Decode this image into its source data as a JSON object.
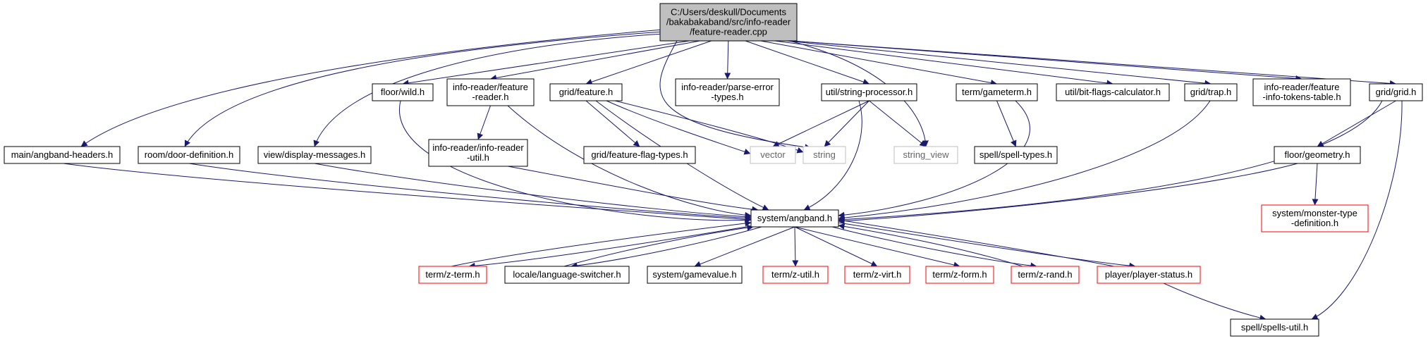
{
  "colors": {
    "edge": "#191970",
    "root_fill": "#bfbfbf",
    "normal_border": "#000000",
    "truncated_border": "#ff0000",
    "external_border": "#bfbfbf"
  },
  "nodes": [
    {
      "id": "root",
      "lines": [
        "C:/Users/deskull/Documents",
        "/bakabakaband/src/info-reader",
        "/feature-reader.cpp"
      ],
      "style": "root"
    },
    {
      "id": "main-angband-headers",
      "lines": [
        "main/angband-headers.h"
      ],
      "style": "normal"
    },
    {
      "id": "room-door-definition",
      "lines": [
        "room/door-definition.h"
      ],
      "style": "normal"
    },
    {
      "id": "view-display-messages",
      "lines": [
        "view/display-messages.h"
      ],
      "style": "normal"
    },
    {
      "id": "floor-wild",
      "lines": [
        "floor/wild.h"
      ],
      "style": "normal"
    },
    {
      "id": "info-reader-feature-reader",
      "lines": [
        "info-reader/feature",
        "-reader.h"
      ],
      "style": "normal"
    },
    {
      "id": "grid-feature",
      "lines": [
        "grid/feature.h"
      ],
      "style": "normal"
    },
    {
      "id": "info-reader-parse-error-types",
      "lines": [
        "info-reader/parse-error",
        "-types.h"
      ],
      "style": "normal"
    },
    {
      "id": "util-string-processor",
      "lines": [
        "util/string-processor.h"
      ],
      "style": "normal"
    },
    {
      "id": "term-gameterm",
      "lines": [
        "term/gameterm.h"
      ],
      "style": "normal"
    },
    {
      "id": "util-bit-flags-calculator",
      "lines": [
        "util/bit-flags-calculator.h"
      ],
      "style": "normal"
    },
    {
      "id": "grid-trap",
      "lines": [
        "grid/trap.h"
      ],
      "style": "normal"
    },
    {
      "id": "info-reader-feature-info-tokens-table",
      "lines": [
        "info-reader/feature",
        "-info-tokens-table.h"
      ],
      "style": "normal"
    },
    {
      "id": "grid-grid",
      "lines": [
        "grid/grid.h"
      ],
      "style": "normal"
    },
    {
      "id": "info-reader-info-reader-util",
      "lines": [
        "info-reader/info-reader",
        "-util.h"
      ],
      "style": "normal"
    },
    {
      "id": "grid-feature-flag-types",
      "lines": [
        "grid/feature-flag-types.h"
      ],
      "style": "normal"
    },
    {
      "id": "vector",
      "lines": [
        "vector"
      ],
      "style": "external"
    },
    {
      "id": "string",
      "lines": [
        "string"
      ],
      "style": "external"
    },
    {
      "id": "string_view",
      "lines": [
        "string_view"
      ],
      "style": "external"
    },
    {
      "id": "spell-spell-types",
      "lines": [
        "spell/spell-types.h"
      ],
      "style": "normal"
    },
    {
      "id": "floor-geometry",
      "lines": [
        "floor/geometry.h"
      ],
      "style": "normal"
    },
    {
      "id": "system-angband",
      "lines": [
        "system/angband.h"
      ],
      "style": "normal"
    },
    {
      "id": "system-monster-type-definition",
      "lines": [
        "system/monster-type",
        "-definition.h"
      ],
      "style": "truncated"
    },
    {
      "id": "term-z-term",
      "lines": [
        "term/z-term.h"
      ],
      "style": "truncated"
    },
    {
      "id": "locale-language-switcher",
      "lines": [
        "locale/language-switcher.h"
      ],
      "style": "normal"
    },
    {
      "id": "system-gamevalue",
      "lines": [
        "system/gamevalue.h"
      ],
      "style": "normal"
    },
    {
      "id": "term-z-util",
      "lines": [
        "term/z-util.h"
      ],
      "style": "truncated"
    },
    {
      "id": "term-z-virt",
      "lines": [
        "term/z-virt.h"
      ],
      "style": "truncated"
    },
    {
      "id": "term-z-form",
      "lines": [
        "term/z-form.h"
      ],
      "style": "truncated"
    },
    {
      "id": "term-z-rand",
      "lines": [
        "term/z-rand.h"
      ],
      "style": "truncated"
    },
    {
      "id": "player-player-status",
      "lines": [
        "player/player-status.h"
      ],
      "style": "truncated"
    },
    {
      "id": "spell-spells-util",
      "lines": [
        "spell/spells-util.h"
      ],
      "style": "normal"
    }
  ],
  "edges": [
    {
      "from": "root",
      "to": "main-angband-headers"
    },
    {
      "from": "root",
      "to": "room-door-definition"
    },
    {
      "from": "root",
      "to": "view-display-messages"
    },
    {
      "from": "root",
      "to": "floor-wild"
    },
    {
      "from": "root",
      "to": "info-reader-feature-reader"
    },
    {
      "from": "root",
      "to": "grid-feature"
    },
    {
      "from": "root",
      "to": "string"
    },
    {
      "from": "root",
      "to": "info-reader-parse-error-types"
    },
    {
      "from": "root",
      "to": "util-string-processor"
    },
    {
      "from": "root",
      "to": "string_view"
    },
    {
      "from": "root",
      "to": "term-gameterm"
    },
    {
      "from": "root",
      "to": "util-bit-flags-calculator"
    },
    {
      "from": "root",
      "to": "grid-trap"
    },
    {
      "from": "root",
      "to": "info-reader-feature-info-tokens-table"
    },
    {
      "from": "root",
      "to": "grid-grid"
    },
    {
      "from": "main-angband-headers",
      "to": "system-angband"
    },
    {
      "from": "room-door-definition",
      "to": "system-angband"
    },
    {
      "from": "view-display-messages",
      "to": "system-angband"
    },
    {
      "from": "floor-wild",
      "to": "system-angband"
    },
    {
      "from": "info-reader-feature-reader",
      "to": "info-reader-info-reader-util"
    },
    {
      "from": "info-reader-feature-reader",
      "to": "system-angband"
    },
    {
      "from": "info-reader-info-reader-util",
      "to": "system-angband"
    },
    {
      "from": "grid-feature",
      "to": "grid-feature-flag-types"
    },
    {
      "from": "grid-feature",
      "to": "vector"
    },
    {
      "from": "grid-feature",
      "to": "string"
    },
    {
      "from": "grid-feature",
      "to": "system-angband"
    },
    {
      "from": "util-string-processor",
      "to": "vector"
    },
    {
      "from": "util-string-processor",
      "to": "string"
    },
    {
      "from": "util-string-processor",
      "to": "string_view"
    },
    {
      "from": "util-string-processor",
      "to": "system-angband"
    },
    {
      "from": "term-gameterm",
      "to": "spell-spell-types"
    },
    {
      "from": "term-gameterm",
      "to": "system-angband"
    },
    {
      "from": "grid-trap",
      "to": "system-angband"
    },
    {
      "from": "grid-grid",
      "to": "floor-geometry"
    },
    {
      "from": "grid-grid",
      "to": "system-angband"
    },
    {
      "from": "grid-grid",
      "to": "spell-spells-util"
    },
    {
      "from": "floor-geometry",
      "to": "system-monster-type-definition"
    },
    {
      "from": "floor-geometry",
      "to": "system-angband"
    },
    {
      "from": "system-angband",
      "to": "term-z-term"
    },
    {
      "from": "system-angband",
      "to": "locale-language-switcher"
    },
    {
      "from": "system-angband",
      "to": "system-gamevalue"
    },
    {
      "from": "system-angband",
      "to": "term-z-util"
    },
    {
      "from": "system-angband",
      "to": "term-z-virt"
    },
    {
      "from": "system-angband",
      "to": "term-z-form"
    },
    {
      "from": "system-angband",
      "to": "term-z-rand"
    },
    {
      "from": "system-angband",
      "to": "player-player-status"
    },
    {
      "from": "term-z-term",
      "to": "system-angband"
    },
    {
      "from": "locale-language-switcher",
      "to": "system-angband"
    },
    {
      "from": "term-z-rand",
      "to": "system-angband"
    },
    {
      "from": "player-player-status",
      "to": "system-angband"
    },
    {
      "from": "player-player-status",
      "to": "spell-spells-util"
    }
  ]
}
